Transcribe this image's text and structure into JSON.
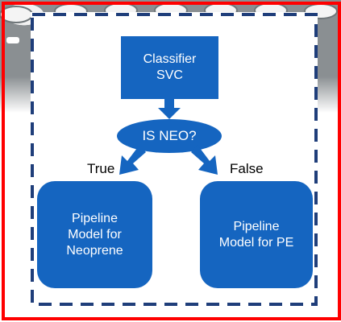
{
  "diagram": {
    "classifier": {
      "line1": "Classifier",
      "line2": "SVC"
    },
    "decision": {
      "label": "IS NEO?"
    },
    "edge_true": "True",
    "edge_false": "False",
    "left_pipeline": {
      "line1": "Pipeline",
      "line2": "Model for",
      "line3": "Neoprene"
    },
    "right_pipeline": {
      "line1": "Pipeline",
      "line2": "Model for PE"
    }
  },
  "colors": {
    "node_fill": "#1565c0",
    "dashed_border": "#1f3e7a",
    "frame": "#ff0000"
  }
}
